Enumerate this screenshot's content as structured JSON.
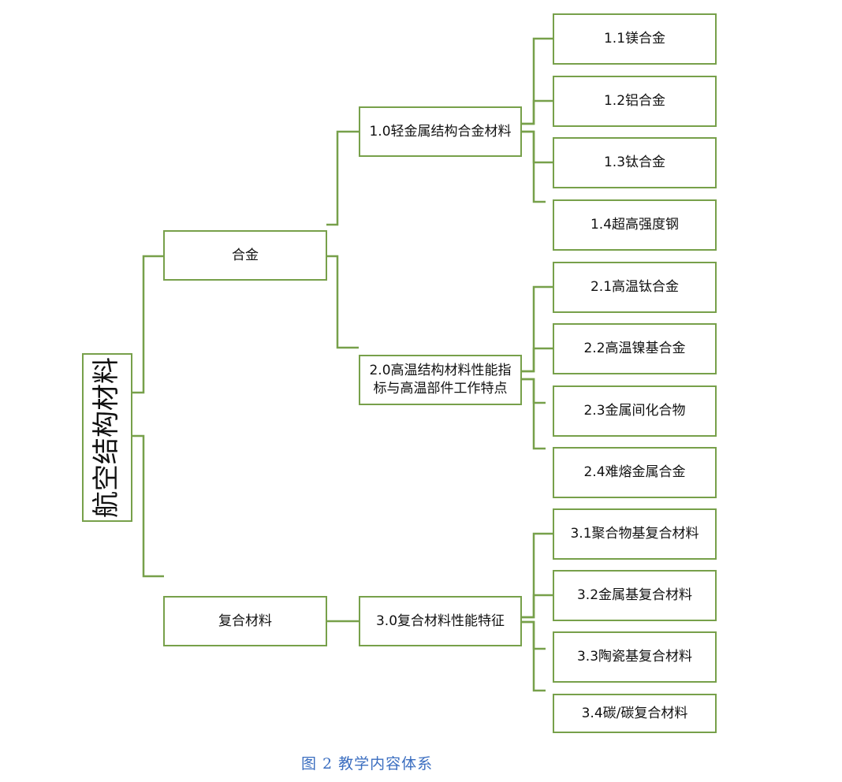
{
  "root": "航空结构材料",
  "level1": {
    "alloy": "合金",
    "composite": "复合材料"
  },
  "level2": {
    "light": "1.0轻金属结构合金材料",
    "high_temp": "2.0高温结构材料性能指\n标与高温部件工作特点",
    "composite_perf": "3.0复合材料性能特征"
  },
  "level3": [
    "1.1镁合金",
    "1.2铝合金",
    "1.3钛合金",
    "1.4超高强度钢",
    "2.1高温钛合金",
    "2.2高温镍基合金",
    "2.3金属间化合物",
    "2.4难熔金属合金",
    "3.1聚合物基复合材料",
    "3.2金属基复合材料",
    "3.3陶瓷基复合材料",
    "3.4碳/碳复合材料"
  ],
  "caption": "图 2 教学内容体系",
  "colors": {
    "border": "#77a04a",
    "connector": "#77a04a",
    "caption": "#3b6ec0"
  }
}
